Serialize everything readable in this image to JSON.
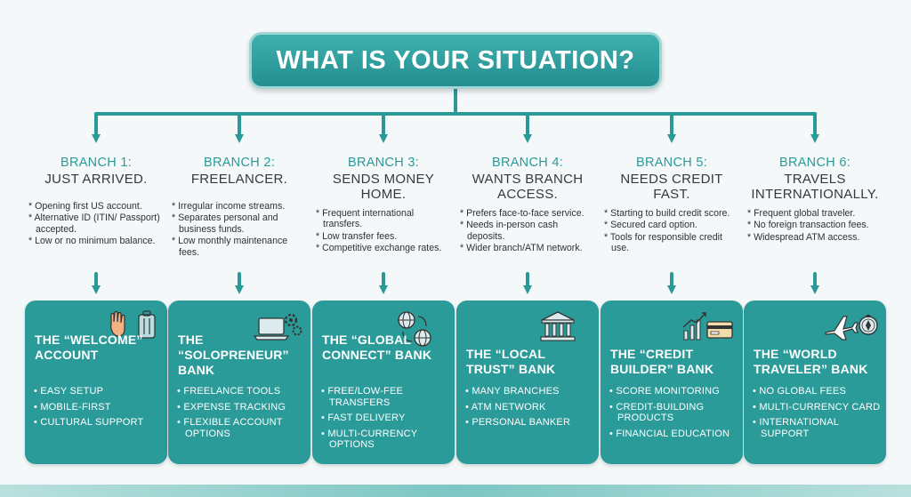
{
  "header": {
    "title": "WHAT IS YOUR SITUATION?"
  },
  "colors": {
    "teal": "#2b9b9a",
    "teal_dark": "#238f90",
    "text": "#333a3e"
  },
  "branches": [
    {
      "label": "BRANCH 1:",
      "name": "JUST ARRIVED.",
      "criteria": [
        "Opening first US account.",
        "Alternative ID (ITIN/ Passport) accepted.",
        "Low or no minimum balance."
      ],
      "bank": {
        "title": "THE “WELCOME” ACCOUNT",
        "features": [
          "EASY SETUP",
          "MOBILE-FIRST",
          "CULTURAL SUPPORT"
        ],
        "icons": [
          "waving-hand-icon",
          "luggage-icon"
        ]
      }
    },
    {
      "label": "BRANCH 2:",
      "name": "FREELANCER.",
      "criteria": [
        "Irregular income streams.",
        "Separates personal and business funds.",
        "Low monthly maintenance fees."
      ],
      "bank": {
        "title": "THE “SOLOPRENEUR” BANK",
        "features": [
          "FREELANCE TOOLS",
          "EXPENSE TRACKING",
          "FLEXIBLE ACCOUNT OPTIONS"
        ],
        "icons": [
          "laptop-gears-icon"
        ]
      }
    },
    {
      "label": "BRANCH 3:",
      "name": "SENDS MONEY HOME.",
      "criteria": [
        "Frequent international transfers.",
        "Low transfer fees.",
        "Competitive exchange rates."
      ],
      "bank": {
        "title": "THE “GLOBAL CONNECT” BANK",
        "features": [
          "FREE/LOW-FEE TRANSFERS",
          "FAST DELIVERY",
          "MULTI-CURRENCY OPTIONS"
        ],
        "icons": [
          "globe-exchange-icon"
        ]
      }
    },
    {
      "label": "BRANCH 4:",
      "name": "WANTS BRANCH ACCESS.",
      "criteria": [
        "Prefers face-to-face service.",
        "Needs in-person cash deposits.",
        "Wider branch/ATM network."
      ],
      "bank": {
        "title": "THE “LOCAL TRUST” BANK",
        "features": [
          "MANY BRANCHES",
          "ATM NETWORK",
          "PERSONAL BANKER"
        ],
        "icons": [
          "bank-building-icon"
        ]
      }
    },
    {
      "label": "BRANCH 5:",
      "name": "NEEDS CREDIT FAST.",
      "criteria": [
        "Starting to build credit score.",
        "Secured card option.",
        "Tools for responsible credit use."
      ],
      "bank": {
        "title": "THE “CREDIT BUILDER” BANK",
        "features": [
          "SCORE MONITORING",
          "CREDIT-BUILDING PRODUCTS",
          "FINANCIAL EDUCATION"
        ],
        "icons": [
          "chart-card-icon"
        ]
      }
    },
    {
      "label": "BRANCH 6:",
      "name": "TRAVELS INTERNATIONALLY.",
      "criteria": [
        "Frequent global traveler.",
        "No foreign transaction fees.",
        "Widespread ATM access."
      ],
      "bank": {
        "title": "THE “WORLD TRAVELER” BANK",
        "features": [
          "NO GLOBAL FEES",
          "MULTI-CURRENCY CARD",
          "INTERNATIONAL SUPPORT"
        ],
        "icons": [
          "airplane-icon",
          "compass-icon"
        ]
      }
    }
  ]
}
